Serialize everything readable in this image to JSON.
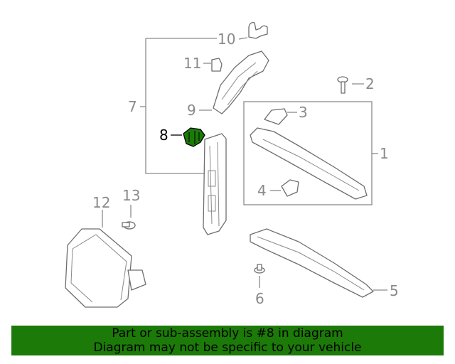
{
  "diagram": {
    "callouts": {
      "c1": "1",
      "c2": "2",
      "c3": "3",
      "c4": "4",
      "c5": "5",
      "c6": "6",
      "c7": "7",
      "c8": "8",
      "c9": "9",
      "c10": "10",
      "c11": "11",
      "c12": "12",
      "c13": "13"
    },
    "selected_part": "8",
    "highlight_color": "#1c7a08"
  },
  "banner": {
    "line1": "Part or sub-assembly is #8 in diagram",
    "line2": "Diagram may not be specific to your vehicle",
    "background": "#1c7a08"
  }
}
